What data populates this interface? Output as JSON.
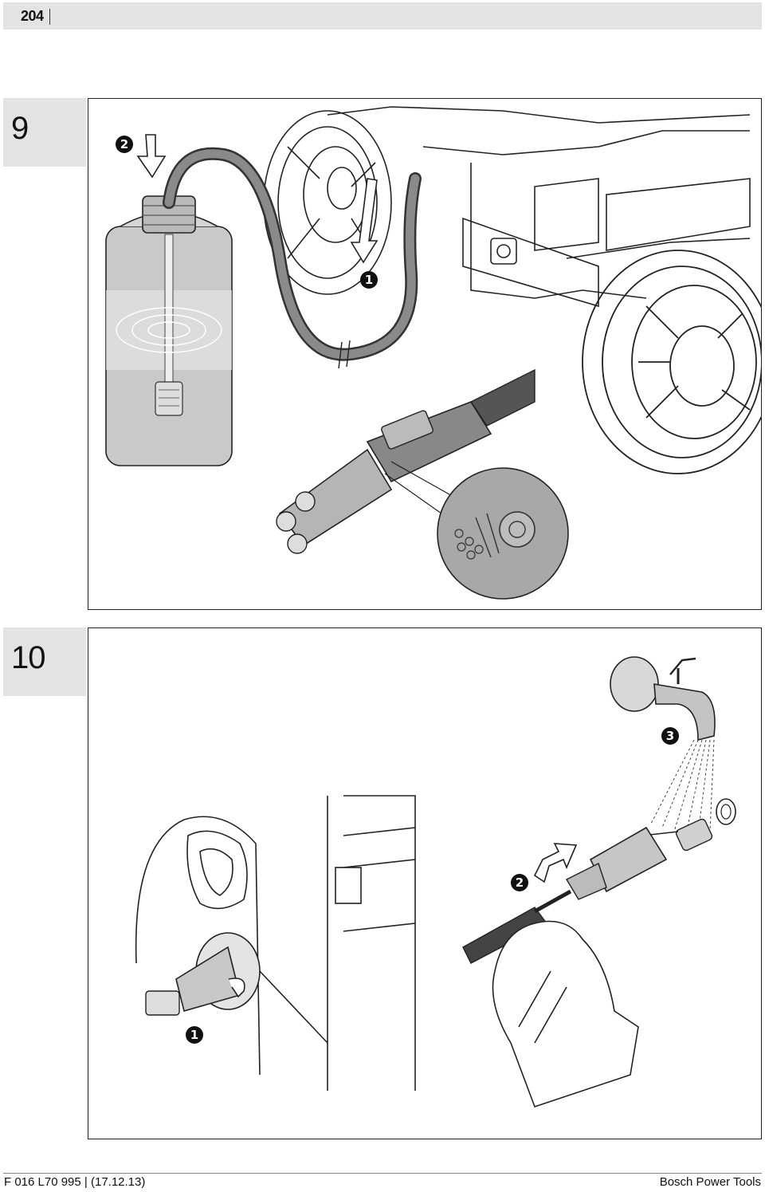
{
  "header": {
    "page_number": "204"
  },
  "figures": [
    {
      "number": "9",
      "callouts": [
        "1",
        "2"
      ]
    },
    {
      "number": "10",
      "callouts": [
        "1",
        "2",
        "3"
      ]
    }
  ],
  "footer": {
    "document_id": "F 016 L70 995 | (17.12.13)",
    "brand": "Bosch Power Tools"
  }
}
